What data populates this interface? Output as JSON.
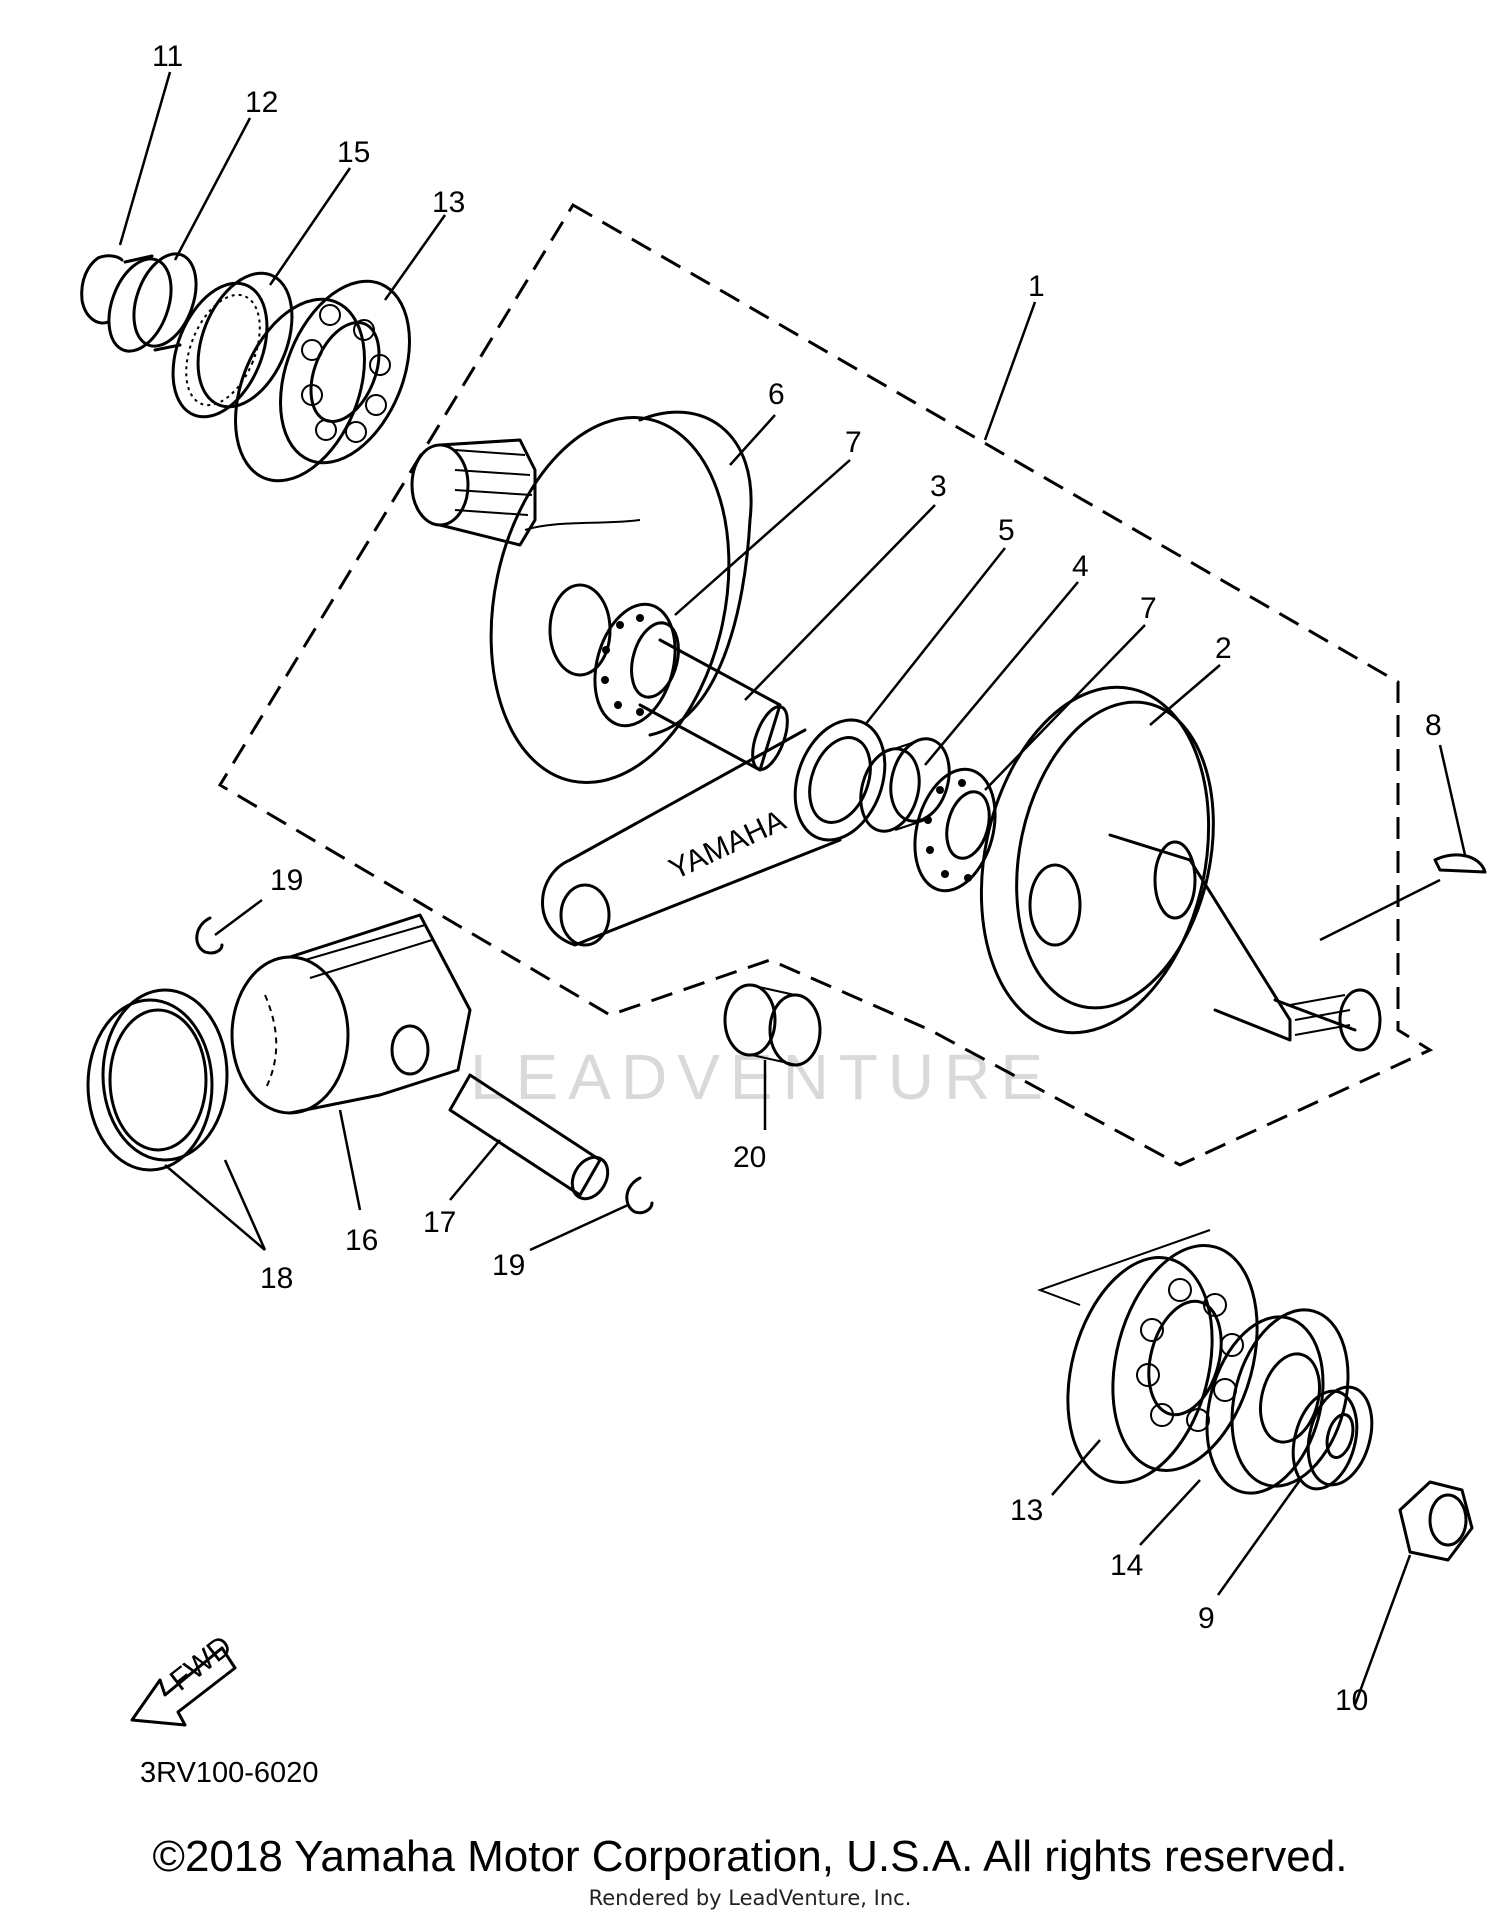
{
  "diagram": {
    "callouts": [
      {
        "id": "11",
        "text": "11"
      },
      {
        "id": "12",
        "text": "12"
      },
      {
        "id": "15",
        "text": "15"
      },
      {
        "id": "13a",
        "text": "13"
      },
      {
        "id": "1",
        "text": "1"
      },
      {
        "id": "6",
        "text": "6"
      },
      {
        "id": "7a",
        "text": "7"
      },
      {
        "id": "3",
        "text": "3"
      },
      {
        "id": "5",
        "text": "5"
      },
      {
        "id": "4",
        "text": "4"
      },
      {
        "id": "7b",
        "text": "7"
      },
      {
        "id": "2",
        "text": "2"
      },
      {
        "id": "8",
        "text": "8"
      },
      {
        "id": "19a",
        "text": "19"
      },
      {
        "id": "20",
        "text": "20"
      },
      {
        "id": "16",
        "text": "16"
      },
      {
        "id": "17",
        "text": "17"
      },
      {
        "id": "18",
        "text": "18"
      },
      {
        "id": "19b",
        "text": "19"
      },
      {
        "id": "13b",
        "text": "13"
      },
      {
        "id": "14",
        "text": "14"
      },
      {
        "id": "9",
        "text": "9"
      },
      {
        "id": "10",
        "text": "10"
      }
    ],
    "rod_marking": "YAMAHA",
    "fwd_label": "FWD",
    "watermark": "LEADVENTURE",
    "reference_code": "3RV100-6020",
    "copyright": "©2018 Yamaha Motor Corporation, U.S.A. All rights reserved.",
    "rendered_by": "Rendered by LeadVenture, Inc."
  }
}
